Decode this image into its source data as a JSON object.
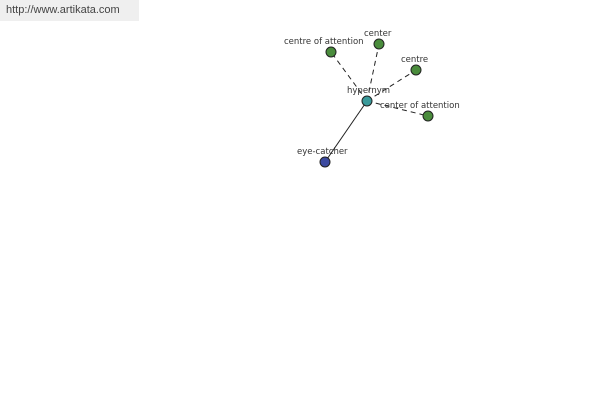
{
  "source_url": "http://www.artikata.com",
  "graph": {
    "center": {
      "label": "hypernym",
      "color": "#3a9a9a"
    },
    "nodes": [
      {
        "id": "centre-of-attention",
        "label": "centre of attention",
        "relation": "dashed",
        "color": "#4a8c3c"
      },
      {
        "id": "center",
        "label": "center",
        "relation": "dashed",
        "color": "#4a8c3c"
      },
      {
        "id": "centre",
        "label": "centre",
        "relation": "dashed",
        "color": "#4a8c3c"
      },
      {
        "id": "center-of-attention",
        "label": "center of attention",
        "relation": "dashed",
        "color": "#4a8c3c"
      },
      {
        "id": "eye-catcher",
        "label": "eye-catcher",
        "relation": "solid",
        "color": "#3c4aa0"
      }
    ]
  }
}
